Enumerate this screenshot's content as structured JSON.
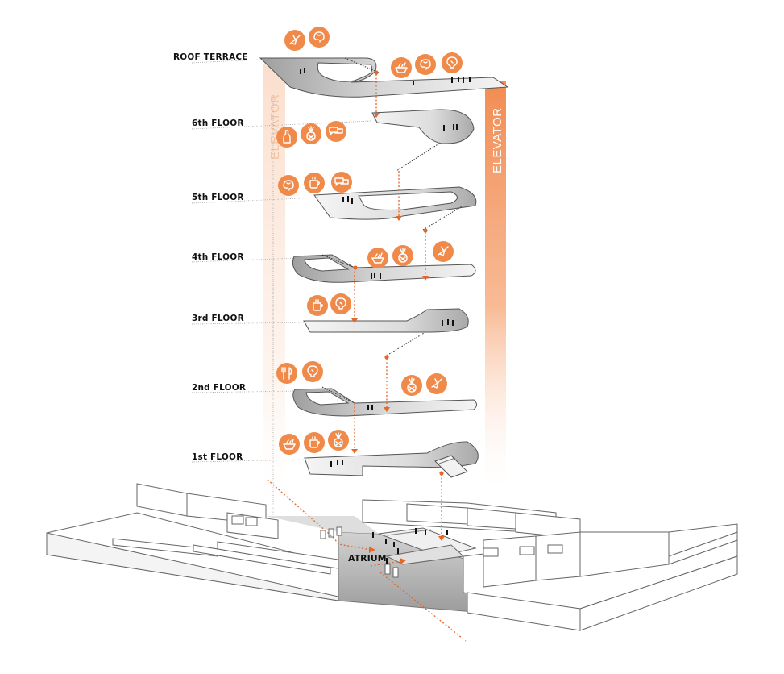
{
  "colors": {
    "accent": "#f08a4b",
    "accent_dark": "#e4672a",
    "elevator": "#f5a06f",
    "floor_fill": "#eeeeee",
    "floor_shade": "#9a9a9a",
    "outline": "#555555",
    "building_line": "#666666"
  },
  "floors": [
    {
      "label": "ROOF TERRACE",
      "icons": [
        "bird-icon",
        "brain-icon",
        "basket-icon",
        "brain-icon",
        "lightbulb-icon"
      ]
    },
    {
      "label": "6th FLOOR",
      "icons": [
        "bottle-icon",
        "pineapple-icon",
        "chat-icon"
      ]
    },
    {
      "label": "5th FLOOR",
      "icons": [
        "brain-icon",
        "coffee-icon",
        "chat-icon"
      ]
    },
    {
      "label": "4th FLOOR",
      "icons": [
        "basket-icon",
        "pineapple-icon",
        "bird-icon"
      ]
    },
    {
      "label": "3rd FLOOR",
      "icons": [
        "coffee-icon",
        "lightbulb-icon"
      ]
    },
    {
      "label": "2nd FLOOR",
      "icons": [
        "utensils-icon",
        "lightbulb-icon",
        "pineapple-icon",
        "bird-icon"
      ]
    },
    {
      "label": "1st FLOOR",
      "icons": [
        "basket-icon",
        "coffee-icon",
        "pineapple-icon"
      ]
    }
  ],
  "elevators": {
    "left_label": "ELEVATOR",
    "right_label": "ELEVATOR"
  },
  "atrium": {
    "label": "ATRIUM"
  }
}
